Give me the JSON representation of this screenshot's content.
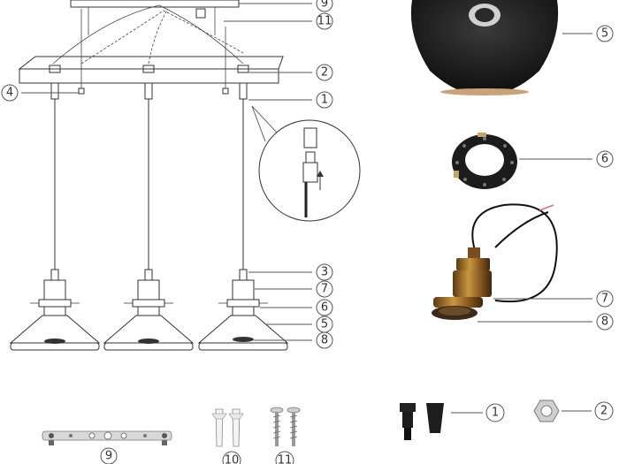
{
  "callouts": {
    "assembly_canopy_rail": "9",
    "assembly_screw": "11",
    "assembly_canopy": "2",
    "assembly_hook": "4",
    "assembly_cord_lock": "1",
    "assembly_socket_nut": "3",
    "assembly_socket": "7",
    "assembly_ring": "6",
    "assembly_shade": "5",
    "assembly_bulb_holder": "8",
    "part_shade": "5",
    "part_ring": "6",
    "part_socket": "7",
    "part_socket_base": "8",
    "part_rail": "9",
    "part_anchors": "10",
    "part_screws": "11",
    "part_cord_lock": "1",
    "part_nut": "2"
  },
  "colors": {
    "shade_black": "#1a1a1a",
    "brass": "#9a6a2a",
    "line": "#333333"
  }
}
